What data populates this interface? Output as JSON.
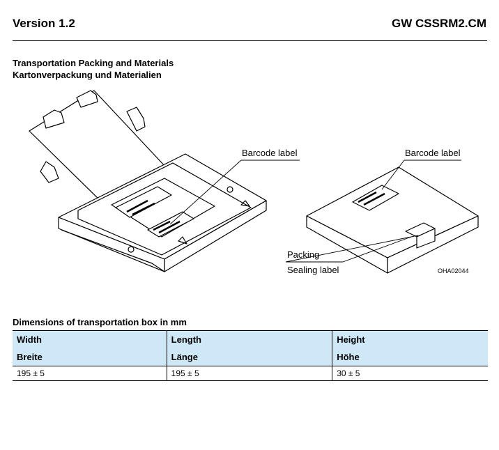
{
  "header": {
    "version": "Version 1.2",
    "part_number": "GW CSSRM2.CM"
  },
  "section": {
    "title_en": "Transportation Packing and Materials",
    "title_de": "Kartonverpackung und Materialien"
  },
  "figure": {
    "barcode_label_left": "Barcode label",
    "barcode_label_right": "Barcode label",
    "packing": "Packing",
    "sealing_label": "Sealing label",
    "figure_code": "OHA02044"
  },
  "dimensions": {
    "caption": "Dimensions of transportation box in mm",
    "columns": [
      {
        "en": "Width",
        "de": "Breite"
      },
      {
        "en": "Length",
        "de": "Länge"
      },
      {
        "en": "Height",
        "de": "Höhe"
      }
    ],
    "rows": [
      [
        "195 ± 5",
        "195 ± 5",
        "30 ± 5"
      ]
    ]
  }
}
